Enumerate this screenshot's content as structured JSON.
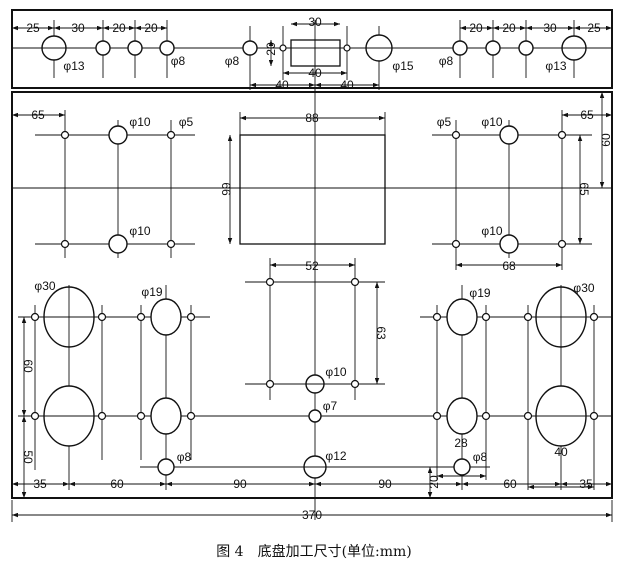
{
  "caption": "图 4　底盘加工尺寸(单位:mm)",
  "top": {
    "d1": "25",
    "d2": "30",
    "d3": "20",
    "d4": "20",
    "d5": "30",
    "d6": "20",
    "d7": "40",
    "d8": "40",
    "d9": "40",
    "d10": "20",
    "d11": "20",
    "d12": "30",
    "d13": "25",
    "h13a": "φ13",
    "h8a": "φ8",
    "h8b": "φ8",
    "h15": "φ15",
    "h8c": "φ8",
    "h13b": "φ13"
  },
  "main": {
    "d65a": "65",
    "d88": "88",
    "d65b": "65",
    "d60": "60",
    "d66": "66",
    "d65c": "65",
    "d68": "68",
    "d52": "52",
    "d63": "63",
    "d60b": "60",
    "d50": "50",
    "d35a": "35",
    "d60c": "60",
    "d90a": "90",
    "d90b": "90",
    "d60d": "60",
    "d35b": "35",
    "d20": "20",
    "d28": "28",
    "d40": "40",
    "d370": "370",
    "h10a": "φ10",
    "h5a": "φ5",
    "h10b": "φ10",
    "h5b": "φ5",
    "h10c": "φ10",
    "h10d": "φ10",
    "h30a": "φ30",
    "h19a": "φ19",
    "h19b": "φ19",
    "h30b": "φ30",
    "h10e": "φ10",
    "h7": "φ7",
    "h8a": "φ8",
    "h12": "φ12",
    "h8b": "φ8"
  }
}
